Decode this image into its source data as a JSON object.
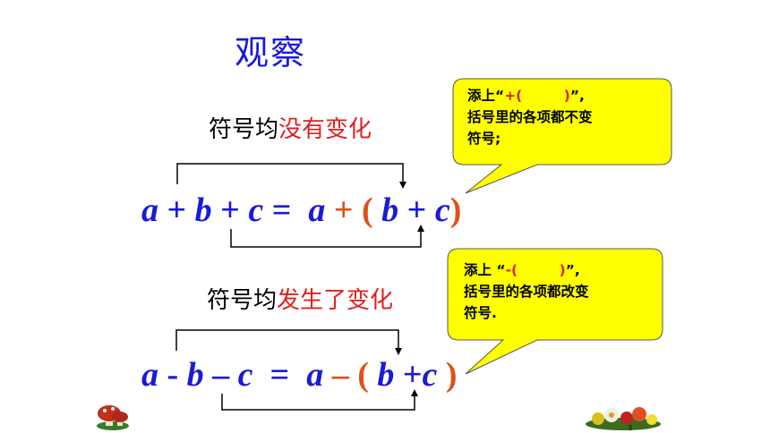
{
  "title": "观察",
  "section1": {
    "label_prefix": "符号均",
    "label_highlight": "没有变化",
    "eq": {
      "a": "a",
      "plus1": "+",
      "b": "b",
      "plus2": "+",
      "c": "c",
      "eq": "=",
      "a2": "a",
      "plus3": "+",
      "lparen": "(",
      "b2": "b",
      "plus4": "+",
      "c2": "c",
      "rparen": ")"
    },
    "callout": {
      "line1_prefix": "添上“",
      "line1_red": "+(　　　)",
      "line1_suffix": "”,",
      "line2": "括号里的各项都不变",
      "line3": "符号;"
    }
  },
  "section2": {
    "label_prefix": "符号均",
    "label_highlight": "发生了变化",
    "eq": {
      "a": "a",
      "minus1": "-",
      "b": "b",
      "minus2": "–",
      "c": "c",
      "eq": "=",
      "a2": "a",
      "minus3": "–",
      "lparen": "(",
      "b2": "b",
      "plus4": "+",
      "c2": "c",
      "rparen": ")"
    },
    "callout": {
      "line1_prefix": "添上 “",
      "line1_red": "-(　　　)",
      "line1_suffix": "”,",
      "line2": "括号里的各项都改变",
      "line3": "符号."
    }
  },
  "page_number": "3",
  "colors": {
    "blue": "#1a1ad8",
    "red": "#e02020",
    "callout": "#ffff00"
  }
}
